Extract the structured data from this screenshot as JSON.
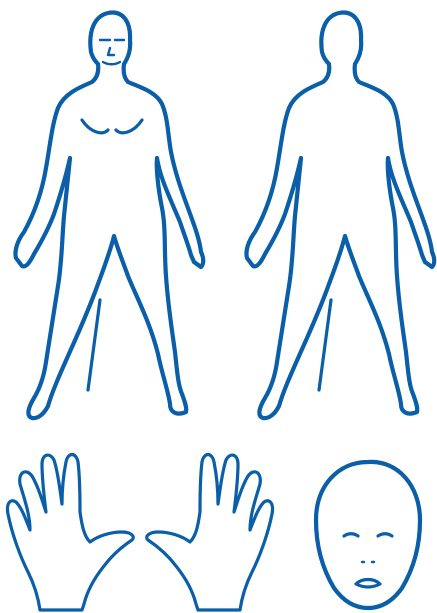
{
  "colors": {
    "outline": "#0b5ea8",
    "background": "#ffffff"
  },
  "figures": [
    {
      "name": "front-body-outline",
      "icon": "human-body-front-icon"
    },
    {
      "name": "back-body-outline",
      "icon": "human-body-back-icon"
    },
    {
      "name": "hands-outline",
      "icon": "hands-icon"
    },
    {
      "name": "face-outline",
      "icon": "face-icon"
    }
  ]
}
